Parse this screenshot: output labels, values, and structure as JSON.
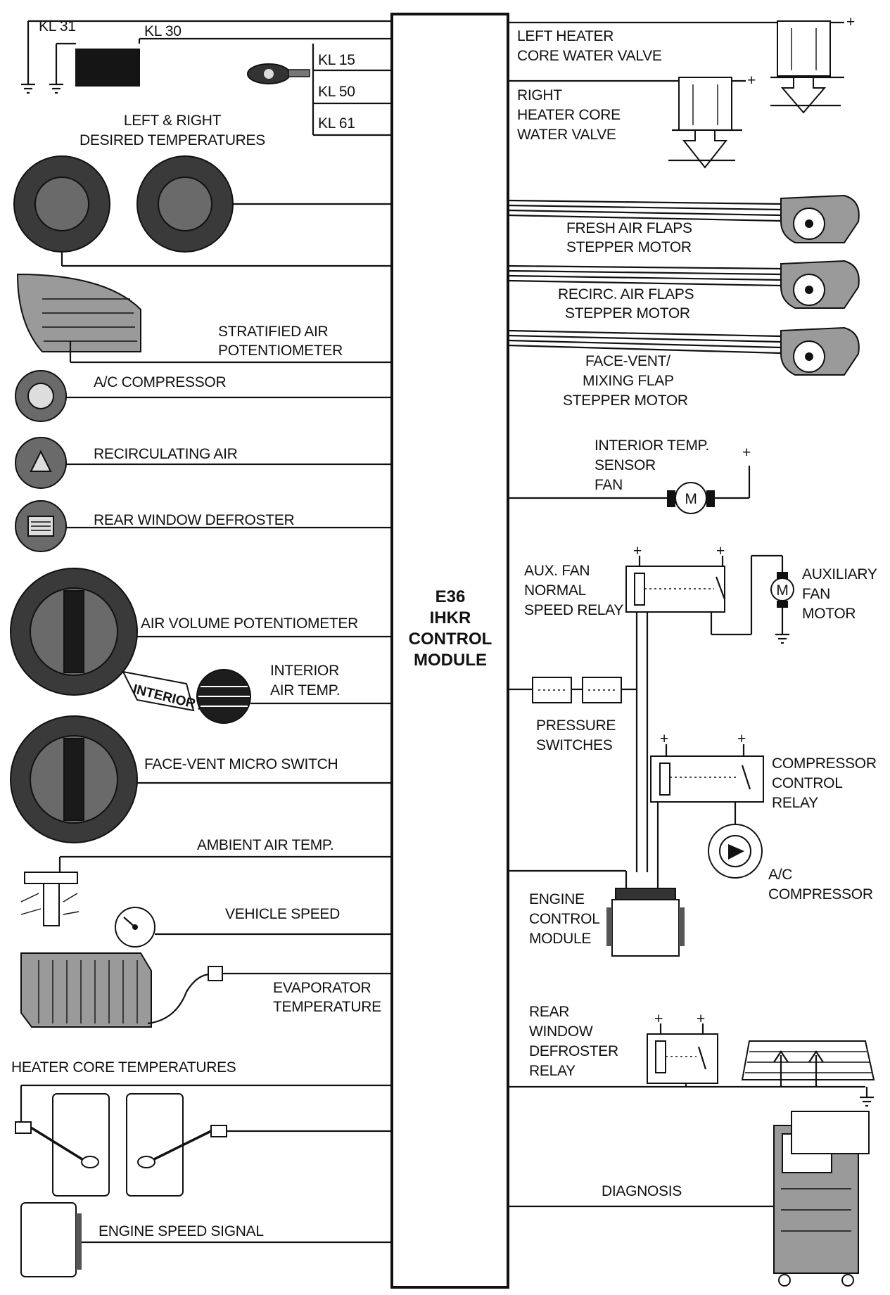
{
  "module": {
    "line1": "E36",
    "line2": "IHKR",
    "line3": "CONTROL",
    "line4": "MODULE"
  },
  "power": {
    "kl31": "KL 31",
    "kl30": "KL 30",
    "kl15": "KL  15",
    "kl50": "KL  50",
    "kl61": "KL  61"
  },
  "left": {
    "desired_temps": [
      "LEFT & RIGHT",
      "DESIRED TEMPERATURES"
    ],
    "stratified": [
      "STRATIFIED AIR",
      "POTENTIOMETER"
    ],
    "ac_compressor": "A/C COMPRESSOR",
    "recirculating": "RECIRCULATING AIR",
    "rear_defroster": "REAR WINDOW DEFROSTER",
    "air_volume": "AIR VOLUME POTENTIOMETER",
    "interior_air_temp": [
      "INTERIOR",
      "AIR TEMP."
    ],
    "interior_air_tag": "INTERIOR AIR",
    "face_vent_switch": "FACE-VENT MICRO SWITCH",
    "ambient": "AMBIENT AIR TEMP.",
    "vehicle_speed": "VEHICLE SPEED",
    "evaporator": [
      "EVAPORATOR",
      "TEMPERATURE"
    ],
    "heater_core_temps": "HEATER CORE TEMPERATURES",
    "engine_speed": "ENGINE SPEED SIGNAL"
  },
  "right": {
    "left_valve": [
      "LEFT HEATER",
      "CORE WATER VALVE"
    ],
    "right_valve": [
      "RIGHT",
      "HEATER CORE",
      "WATER VALVE"
    ],
    "fresh_air": [
      "FRESH AIR FLAPS",
      "STEPPER MOTOR"
    ],
    "recirc": [
      "RECIRC. AIR FLAPS",
      "STEPPER MOTOR"
    ],
    "face_vent": [
      "FACE-VENT/",
      "MIXING FLAP",
      "STEPPER MOTOR"
    ],
    "interior_fan": [
      "INTERIOR TEMP.",
      "SENSOR",
      "FAN"
    ],
    "aux_relay": [
      "AUX. FAN",
      "NORMAL",
      "SPEED RELAY"
    ],
    "aux_motor": [
      "AUXILIARY",
      "FAN",
      "MOTOR"
    ],
    "pressure": [
      "PRESSURE",
      "SWITCHES"
    ],
    "comp_relay": [
      "COMPRESSOR",
      "CONTROL",
      "RELAY"
    ],
    "ac_comp": [
      "A/C",
      "COMPRESSOR"
    ],
    "ecm": [
      "ENGINE",
      "CONTROL",
      "MODULE"
    ],
    "rear_relay": [
      "REAR",
      "WINDOW",
      "DEFROSTER",
      "RELAY"
    ],
    "diagnosis": "DIAGNOSIS"
  },
  "symbols": {
    "plus": "+",
    "motor": "M"
  }
}
